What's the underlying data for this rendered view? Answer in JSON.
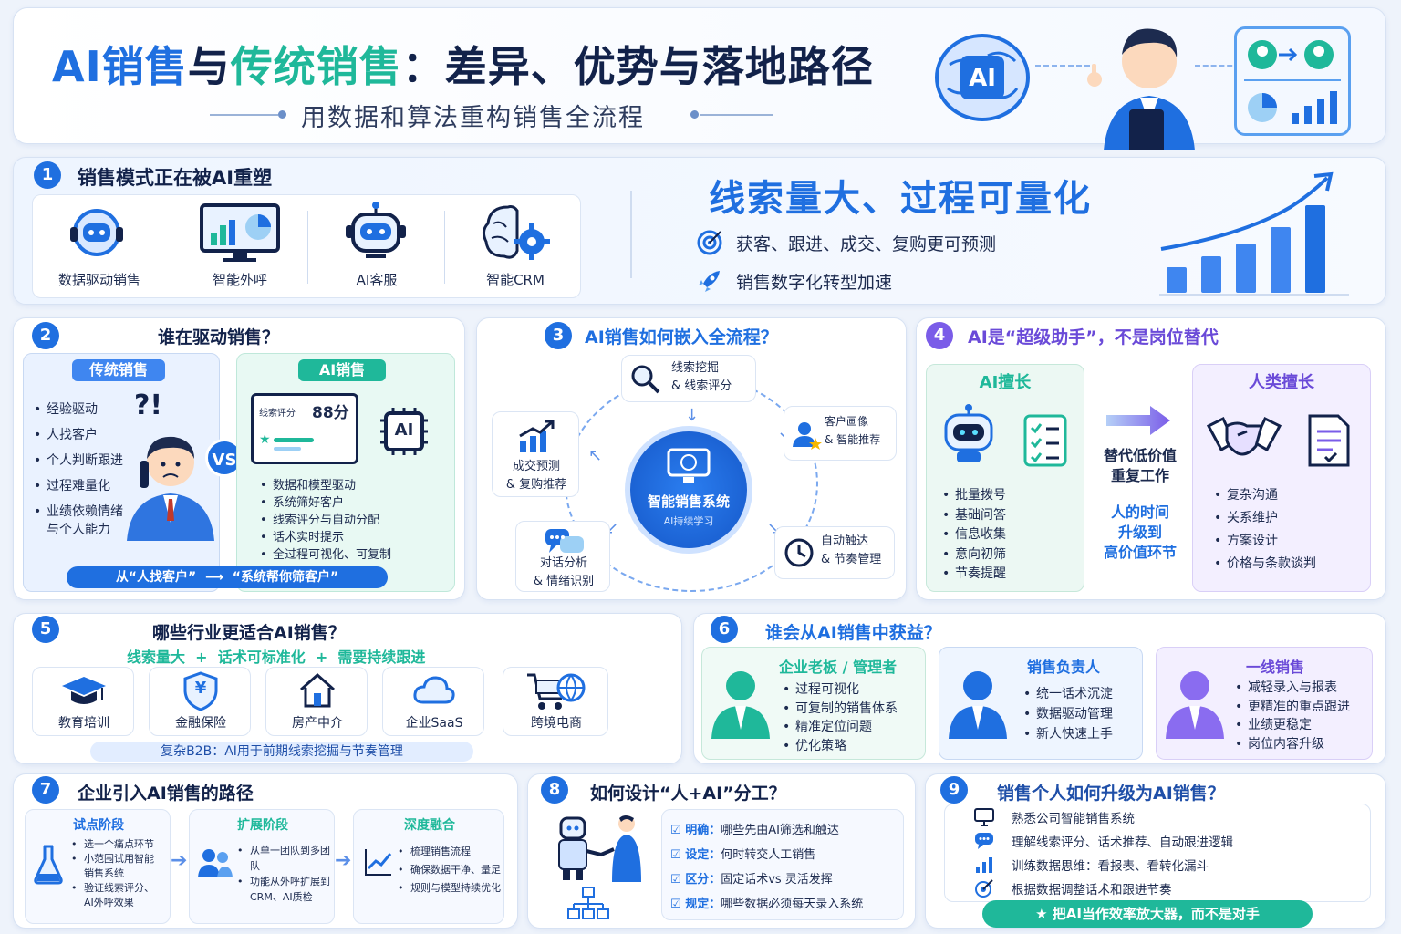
{
  "header": {
    "title_part1": "AI销售",
    "title_part2": "与",
    "title_part3": "传统销售",
    "title_part4": "：差异、优势与落地路径",
    "subtitle": "用数据和算法重构销售全流程",
    "ai_badge": "AI"
  },
  "s1": {
    "num": "1",
    "title": "销售模式正在被AI重塑",
    "items": [
      "数据驱动销售",
      "智能外呼",
      "AI客服",
      "智能CRM"
    ],
    "headline": "线索量大、过程可量化",
    "points": [
      "获客、跟进、成交、复购更可预测",
      "销售数字化转型加速"
    ]
  },
  "s2": {
    "num": "2",
    "title": "谁在驱动销售？",
    "trad_tag": "传统销售",
    "trad_items": [
      "经验驱动",
      "人找客户",
      "个人判断跟进",
      "过程难量化",
      "业绩依赖情绪\n与个人能力"
    ],
    "qmarks": "?!",
    "vs": "VS",
    "ai_tag": "AI销售",
    "score_label": "线索评分",
    "score_value": "88分",
    "chip": "AI",
    "ai_items": [
      "数据和模型驱动",
      "系统筛好客户",
      "线索评分与自动分配",
      "话术实时提示",
      "全过程可视化、可复制"
    ],
    "banner": "从“人找客户”  ⟶  “系统帮你筛客户”"
  },
  "s3": {
    "num": "3",
    "title": "AI销售如何嵌入全流程？",
    "center_title": "智能销售系统",
    "center_sub": "AI持续学习",
    "nodes": [
      "线索挖掘\n& 线索评分",
      "客户画像\n& 智能推荐",
      "自动触达\n& 节奏管理",
      "对话分析\n& 情绪识别",
      "成交预测\n& 复购推荐"
    ]
  },
  "s4": {
    "num": "4",
    "title": "AI是“超级助手”，不是岗位替代",
    "ai_head": "AI擅长",
    "ai_items": [
      "批量拨号",
      "基础问答",
      "信息收集",
      "意向初筛",
      "节奏提醒"
    ],
    "mid1": "替代低价值\n重复工作",
    "mid2": "人的时间\n升级到\n高价值环节",
    "human_head": "人类擅长",
    "human_items": [
      "复杂沟通",
      "关系维护",
      "方案设计",
      "价格与条款谈判"
    ]
  },
  "s5": {
    "num": "5",
    "title": "哪些行业更适合AI销售？",
    "criteria": "线索量大  +  话术可标准化  +  需要持续跟进",
    "industries": [
      "教育培训",
      "金融保险",
      "房产中介",
      "企业SaaS",
      "跨境电商"
    ],
    "note": "复杂B2B：AI用于前期线索挖掘与节奏管理"
  },
  "s6": {
    "num": "6",
    "title": "谁会从AI销售中获益？",
    "groups": [
      {
        "head": "企业老板 / 管理者",
        "items": [
          "过程可视化",
          "可复制的销售体系",
          "精准定位问题",
          "优化策略"
        ]
      },
      {
        "head": "销售负责人",
        "items": [
          "统一话术沉淀",
          "数据驱动管理",
          "新人快速上手"
        ]
      },
      {
        "head": "一线销售",
        "items": [
          "减轻录入与报表",
          "更精准的重点跟进",
          "业绩更稳定",
          "岗位内容升级"
        ]
      }
    ]
  },
  "s7": {
    "num": "7",
    "title": "企业引入AI销售的路径",
    "stages": [
      {
        "head": "试点阶段",
        "items": [
          "选一个痛点环节",
          "小范围试用智能\n销售系统",
          "验证线索评分、\nAI外呼效果"
        ]
      },
      {
        "head": "扩展阶段",
        "items": [
          "从单一团队到多团队",
          "功能从外呼扩展到\nCRM、AI质检"
        ]
      },
      {
        "head": "深度融合",
        "items": [
          "梳理销售流程",
          "确保数据干净、量足",
          "规则与模型持续优化"
        ]
      }
    ]
  },
  "s8": {
    "num": "8",
    "title": "如何设计“人+AI”分工？",
    "rows": [
      {
        "k": "明确：",
        "v": "哪些先由AI筛选和触达"
      },
      {
        "k": "设定：",
        "v": "何时转交人工销售"
      },
      {
        "k": "区分：",
        "v": "固定话术vs 灵活发挥"
      },
      {
        "k": "规定：",
        "v": "哪些数据必须每天录入系统"
      }
    ]
  },
  "s9": {
    "num": "9",
    "title": "销售个人如何升级为AI销售？",
    "items": [
      "熟悉公司智能销售系统",
      "理解线索评分、话术推荐、自动跟进逻辑",
      "训练数据思维：看报表、看转化漏斗",
      "根据数据调整话术和跟进节奏"
    ],
    "banner": "把AI当作效率放大器，而不是对手"
  }
}
